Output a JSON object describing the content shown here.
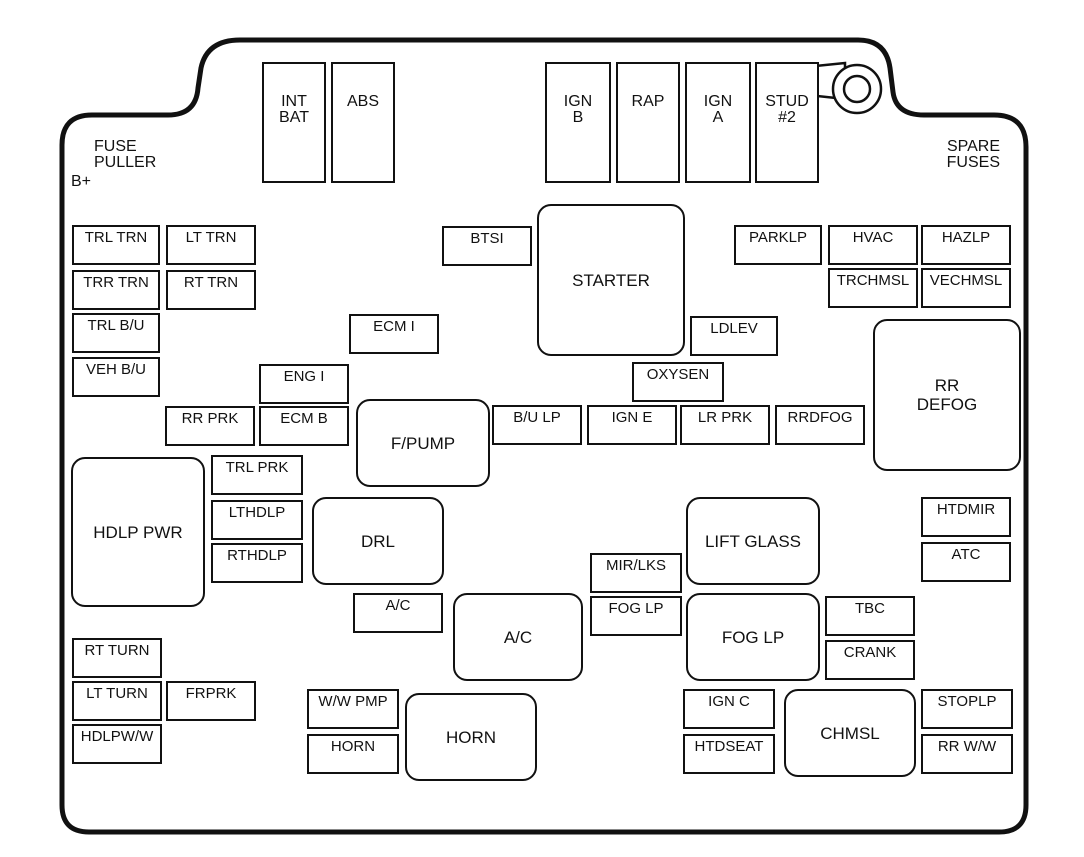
{
  "labels": {
    "fuse_puller": [
      "FUSE",
      "PULLER"
    ],
    "b_plus": "B+",
    "spare_fuses": [
      "SPARE",
      "FUSES"
    ]
  },
  "top_fuses": {
    "int_bat": [
      "INT",
      "BAT"
    ],
    "abs": [
      "ABS"
    ],
    "ign_b": [
      "IGN",
      "B"
    ],
    "rap": [
      "RAP"
    ],
    "ign_a": [
      "IGN",
      "A"
    ],
    "stud2": [
      "STUD",
      "#2"
    ]
  },
  "fuses": {
    "trl_trn": "TRL TRN",
    "lt_trn": "LT TRN",
    "trr_trn": "TRR TRN",
    "rt_trn": "RT TRN",
    "trl_bu": "TRL B/U",
    "veh_bu": "VEH B/U",
    "btsi": "BTSI",
    "ecm_i": "ECM I",
    "eng_i": "ENG I",
    "rr_prk": "RR PRK",
    "ecm_b": "ECM B",
    "parklp": "PARKLP",
    "hvac": "HVAC",
    "hazlp": "HAZLP",
    "trchmsl": "TRCHMSL",
    "vechmsl": "VECHMSL",
    "ldlev": "LDLEV",
    "oxysen": "OXYSEN",
    "bu_lp": "B/U LP",
    "ign_e": "IGN E",
    "lr_prk": "LR PRK",
    "rrdfog": "RRDFOG",
    "trl_prk": "TRL PRK",
    "lthdlp": "LTHDLP",
    "rthdlp": "RTHDLP",
    "htdmir": "HTDMIR",
    "atc": "ATC",
    "mir_lks": "MIR/LKS",
    "fog_lp_small": "FOG LP",
    "ac_small": "A/C",
    "tbc": "TBC",
    "crank": "CRANK",
    "rt_turn": "RT TURN",
    "lt_turn": "LT TURN",
    "frprk": "FRPRK",
    "hdlpww": "HDLPW/W",
    "ww_pmp": "W/W PMP",
    "horn_small": "HORN",
    "ign_c": "IGN C",
    "htdseat": "HTDSEAT",
    "stoplp": "STOPLP",
    "rr_ww": "RR W/W"
  },
  "relays": {
    "starter": [
      "STARTER"
    ],
    "rr_defog": [
      "RR",
      "DEFOG"
    ],
    "f_pump": [
      "F/PUMP"
    ],
    "hdlp_pwr": [
      "HDLP PWR"
    ],
    "drl": [
      "DRL"
    ],
    "lift_glass": [
      "LIFT GLASS"
    ],
    "ac": [
      "A/C"
    ],
    "fog_lp": [
      "FOG LP"
    ],
    "horn": [
      "HORN"
    ],
    "chmsl": [
      "CHMSL"
    ]
  }
}
